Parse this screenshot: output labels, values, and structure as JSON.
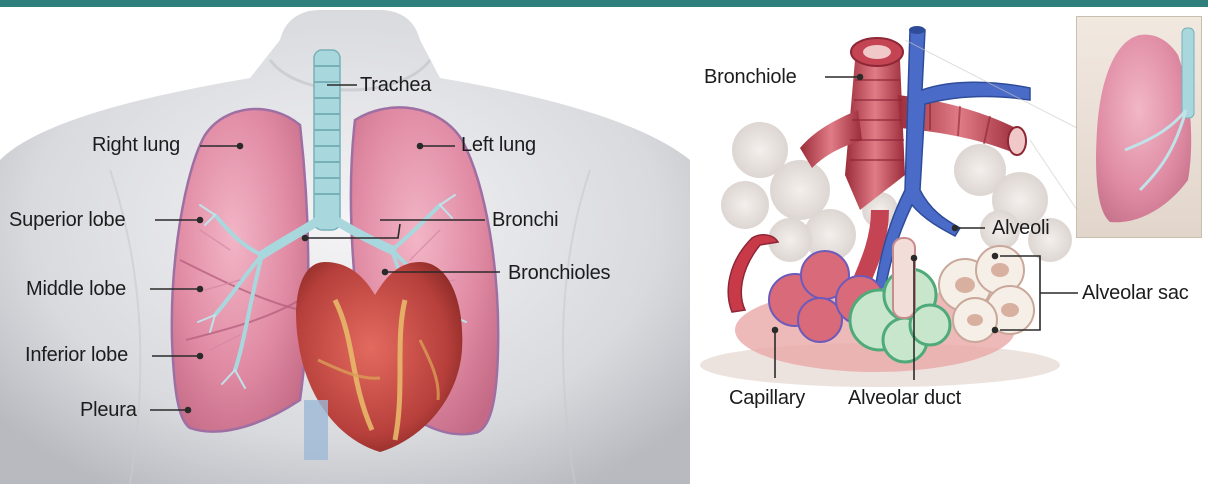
{
  "labels": {
    "trachea": "Trachea",
    "right_lung": "Right lung",
    "left_lung": "Left lung",
    "superior_lobe": "Superior lobe",
    "bronchi": "Bronchi",
    "middle_lobe": "Middle lobe",
    "bronchioles": "Bronchioles",
    "inferior_lobe": "Inferior lobe",
    "pleura": "Pleura",
    "bronchiole": "Bronchiole",
    "alveoli": "Alveoli",
    "alveolar_sac": "Alveolar sac",
    "capillary": "Capillary",
    "alveolar_duct": "Alveolar duct"
  },
  "colors": {
    "top_bar": "#2f7f7d",
    "lung": "#e494ac",
    "lung_dark": "#c46a86",
    "airway": "#a8d8de",
    "heart": "#b8403c",
    "artery": "#c83a48",
    "vein": "#4a6cc8",
    "body": "#d8d8d8",
    "leader_line": "#2a2a2a"
  }
}
